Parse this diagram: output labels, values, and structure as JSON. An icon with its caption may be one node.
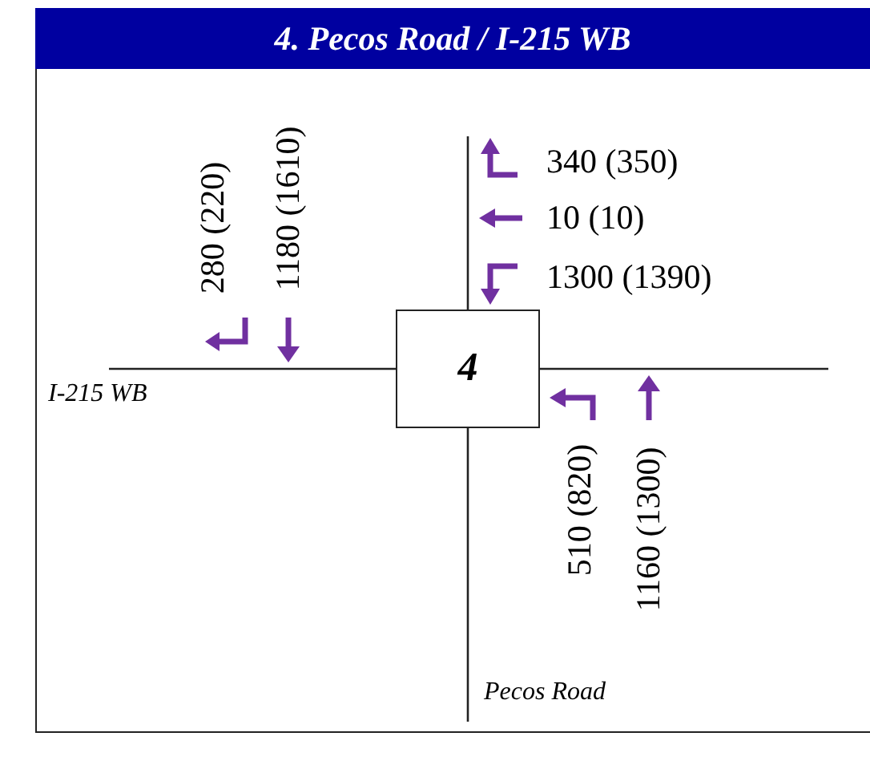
{
  "diagram": {
    "title": "4. Pecos Road / I-215 WB",
    "nodes": [
      {
        "text": [
          "4"
        ]
      }
    ],
    "labels": [
      "280 (220)",
      "1180 (1610)",
      "340 (350)",
      "10 (10)",
      "1300 (1390)",
      "I-215 WB",
      "510 (820)",
      "1160 (1300)",
      "Pecos Road"
    ]
  }
}
